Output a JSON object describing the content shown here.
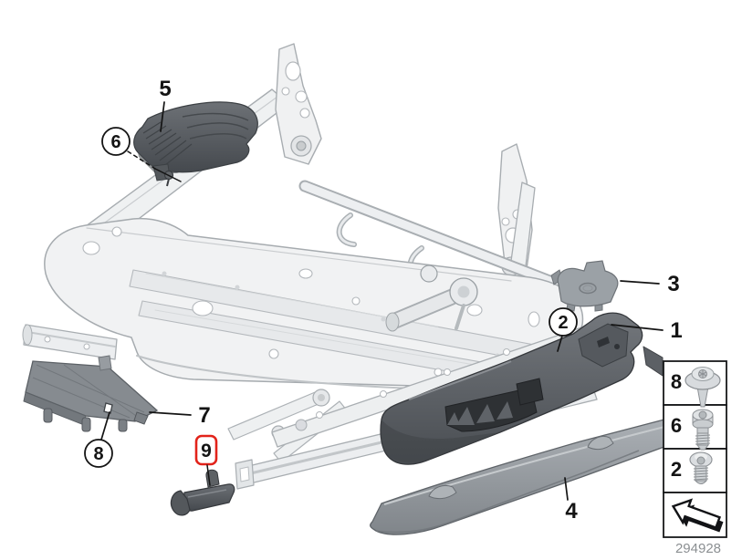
{
  "diagram": {
    "number": "294928",
    "colors": {
      "accent_red": "#e2231a",
      "callout_ink": "#141414",
      "line_art_gray": "#a8adb1",
      "dark_trim_gray": "#54585d",
      "background": "#ffffff"
    },
    "callouts": {
      "c1": {
        "label": "1",
        "style": "plain"
      },
      "c2": {
        "label": "2",
        "style": "circled"
      },
      "c3": {
        "label": "3",
        "style": "plain"
      },
      "c4": {
        "label": "4",
        "style": "plain"
      },
      "c5": {
        "label": "5",
        "style": "plain"
      },
      "c6": {
        "label": "6",
        "style": "circled"
      },
      "c7": {
        "label": "7",
        "style": "plain"
      },
      "c8": {
        "label": "8",
        "style": "circled"
      },
      "c9": {
        "label": "9",
        "style": "boxed-red"
      }
    },
    "fastener_legend": {
      "rows": [
        {
          "label": "8",
          "icon": "flange-head-screw-icon"
        },
        {
          "label": "6",
          "icon": "cheese-head-screw-icon"
        },
        {
          "label": "2",
          "icon": "pan-head-screw-icon"
        },
        {
          "label": "",
          "icon": "direction-arrow-icon"
        }
      ]
    }
  }
}
